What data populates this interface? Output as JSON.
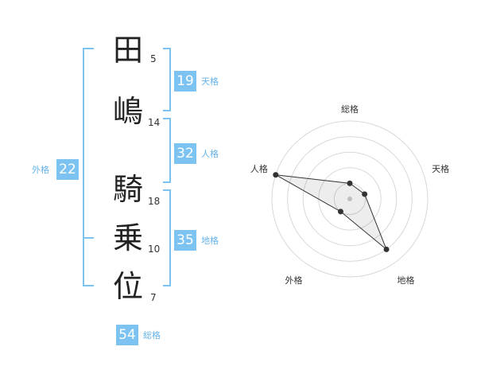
{
  "name": {
    "chars": [
      {
        "char": "田",
        "strokes": "5"
      },
      {
        "char": "嶋",
        "strokes": "14"
      },
      {
        "char": "騎",
        "strokes": "18"
      },
      {
        "char": "乗",
        "strokes": "10"
      },
      {
        "char": "位",
        "strokes": "7"
      }
    ]
  },
  "fortunes": {
    "tenkaku": {
      "value": "19",
      "label": "天格"
    },
    "jinkaku": {
      "value": "32",
      "label": "人格"
    },
    "chikaku": {
      "value": "35",
      "label": "地格"
    },
    "gaikaku": {
      "value": "22",
      "label": "外格"
    },
    "soukaku": {
      "value": "54",
      "label": "総格"
    }
  },
  "colors": {
    "accent": "#7cc3f2",
    "label_text": "#66b3ea"
  },
  "chart_data": {
    "type": "radar",
    "axes": [
      "総格",
      "天格",
      "地格",
      "外格",
      "人格"
    ],
    "values": [
      1,
      1,
      4,
      1,
      5
    ],
    "rings": 5
  }
}
